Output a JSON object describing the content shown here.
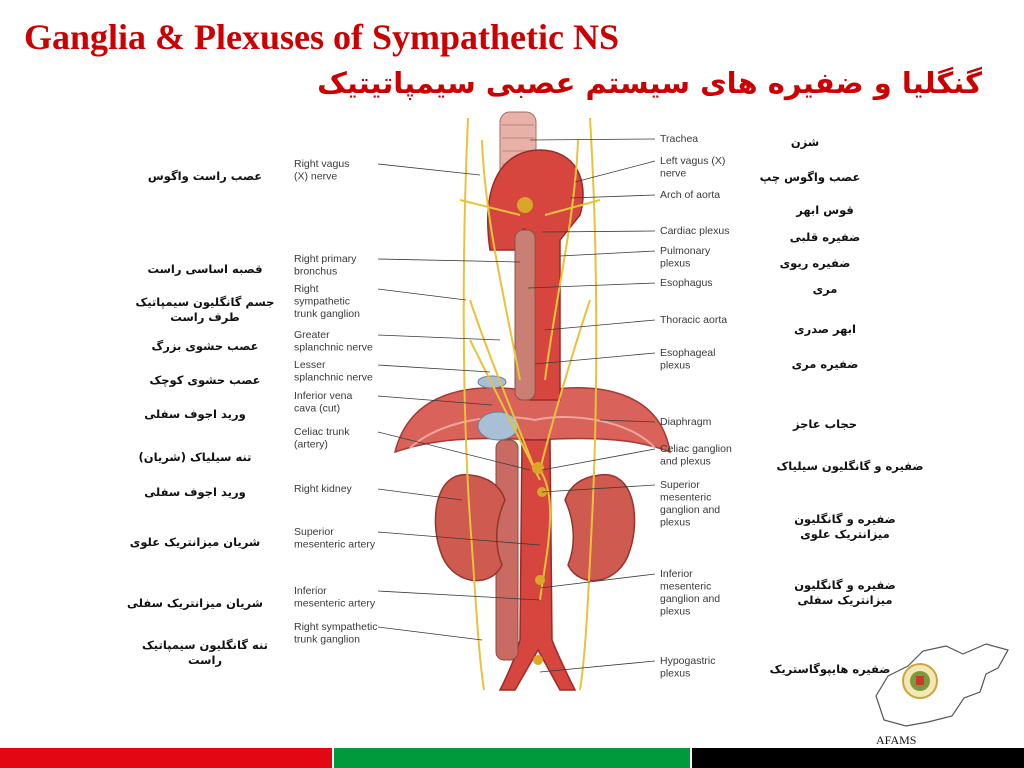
{
  "title": {
    "english": "Ganglia & Plexuses of Sympathetic NS",
    "persian": "گنگلیا و ضفیره های سیستم عصبی سیمپاتیتیک"
  },
  "colors": {
    "title": "#cc0000",
    "flag_red": "#e30613",
    "flag_green": "#009a3d",
    "flag_black": "#000000",
    "organ": "#d9534f",
    "nerve": "#e8c23a"
  },
  "left_labels_en": [
    {
      "lines": [
        "Right vagus",
        "(X) nerve"
      ]
    },
    {
      "lines": [
        "Right primary",
        "bronchus"
      ]
    },
    {
      "lines": [
        "Right",
        "sympathetic",
        "trunk ganglion"
      ]
    },
    {
      "lines": [
        "Greater",
        "splanchnic nerve"
      ]
    },
    {
      "lines": [
        "Lesser",
        "splanchnic nerve"
      ]
    },
    {
      "lines": [
        "Inferior vena",
        "cava (cut)"
      ]
    },
    {
      "lines": [
        "Celiac trunk",
        "(artery)"
      ]
    },
    {
      "lines": [
        "Right kidney"
      ]
    },
    {
      "lines": [
        "Superior",
        "mesenteric artery"
      ]
    },
    {
      "lines": [
        "Inferior",
        "mesenteric artery"
      ]
    },
    {
      "lines": [
        "Right sympathetic",
        "trunk ganglion"
      ]
    }
  ],
  "right_labels_en": [
    {
      "lines": [
        "Trachea"
      ]
    },
    {
      "lines": [
        "Left vagus (X)",
        "nerve"
      ]
    },
    {
      "lines": [
        "Arch of aorta"
      ]
    },
    {
      "lines": [
        "Cardiac plexus"
      ]
    },
    {
      "lines": [
        "Pulmonary",
        "plexus"
      ]
    },
    {
      "lines": [
        "Esophagus"
      ]
    },
    {
      "lines": [
        "Thoracic aorta"
      ]
    },
    {
      "lines": [
        "Esophageal",
        "plexus"
      ]
    },
    {
      "lines": [
        "Diaphragm"
      ]
    },
    {
      "lines": [
        "Celiac ganglion",
        "and plexus"
      ]
    },
    {
      "lines": [
        "Superior",
        "mesenteric",
        "ganglion and",
        "plexus"
      ]
    },
    {
      "lines": [
        "Inferior",
        "mesenteric",
        "ganglion and",
        "plexus"
      ]
    },
    {
      "lines": [
        "Hypogastric",
        "plexus"
      ]
    }
  ],
  "left_labels_fa": [
    {
      "lines": [
        "عصب راست واگوس"
      ]
    },
    {
      "lines": [
        "قصبه اساسی راست"
      ]
    },
    {
      "lines": [
        "جسم گانگلیون سیمپاتیک",
        "طرف راست"
      ]
    },
    {
      "lines": [
        "عصب حشوی بزرگ"
      ]
    },
    {
      "lines": [
        "عصب حشوی کوچک"
      ]
    },
    {
      "lines": [
        "ورید اجوف سفلی"
      ]
    },
    {
      "lines": [
        "تنه سیلیاک (شریان)"
      ]
    },
    {
      "lines": [
        "ورید اجوف سفلی"
      ]
    },
    {
      "lines": [
        "شریان میزانتریک علوی"
      ]
    },
    {
      "lines": [
        "شریان میزانتریک سفلی"
      ]
    },
    {
      "lines": [
        "تنه گانگلیون سیمپاتیک",
        "راست"
      ]
    }
  ],
  "right_labels_fa": [
    {
      "lines": [
        "شزن"
      ]
    },
    {
      "lines": [
        "عصب واگوس چپ"
      ]
    },
    {
      "lines": [
        "قوس ابهر"
      ]
    },
    {
      "lines": [
        "ضفیره قلبی"
      ]
    },
    {
      "lines": [
        "ضفیره ریوی"
      ]
    },
    {
      "lines": [
        "مری"
      ]
    },
    {
      "lines": [
        "ابهر صدری"
      ]
    },
    {
      "lines": [
        "ضفیره مری"
      ]
    },
    {
      "lines": [
        "حجاب عاجز"
      ]
    },
    {
      "lines": [
        "ضفیره و گانگلیون سیلیاک"
      ]
    },
    {
      "lines": [
        "ضفیره و گانگلیون",
        "میزانتریک علوی"
      ]
    },
    {
      "lines": [
        "ضفیره و گانگلیون",
        "میزانتریک سفلی"
      ]
    },
    {
      "lines": [
        "ضفیره هایپوگاستریک"
      ]
    }
  ],
  "footer": {
    "logo_text": "AFAMS",
    "logo_icon": "afghanistan-map-emblem-icon"
  }
}
